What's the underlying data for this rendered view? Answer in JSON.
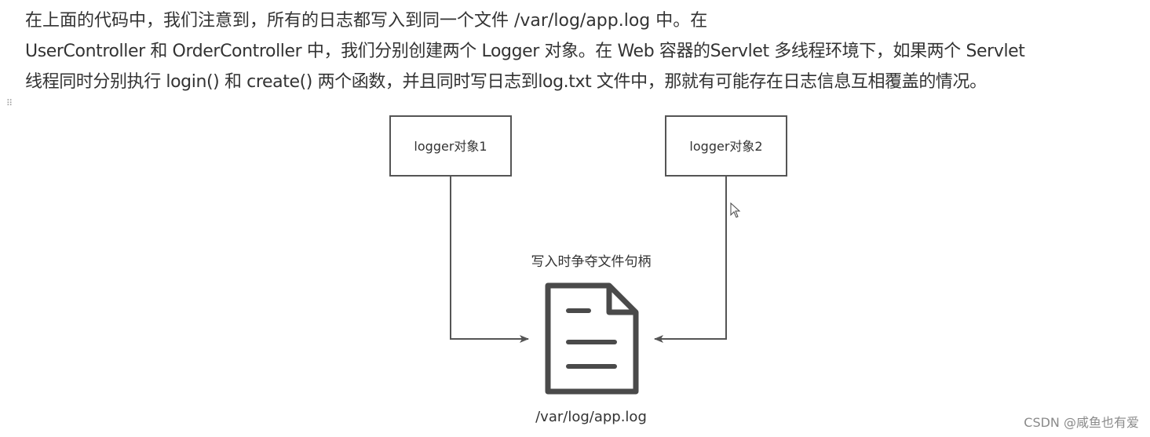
{
  "paragraph": {
    "line1": "在上面的代码中，我们注意到，所有的日志都写入到同一个文件 /var/log/app.log 中。在",
    "line2": "UserController 和 OrderController 中，我们分别创建两个 Logger 对象。在 Web 容器的Servlet 多线程环境下，如果两个 Servlet",
    "line3": "线程同时分别执行 login() 和 create() 两个函数，并且同时写日志到log.txt 文件中，那就有可能存在日志信息互相覆盖的情况。"
  },
  "drag_handle": "⠿",
  "diagram": {
    "box_left_label": "logger对象1",
    "box_right_label": "logger对象2",
    "caption": "写入时争夺文件句柄",
    "file_label": "/var/log/app.log",
    "stroke_color": "#555555",
    "icon_color": "#4a4a4a"
  },
  "watermark": "CSDN @咸鱼也有爱"
}
